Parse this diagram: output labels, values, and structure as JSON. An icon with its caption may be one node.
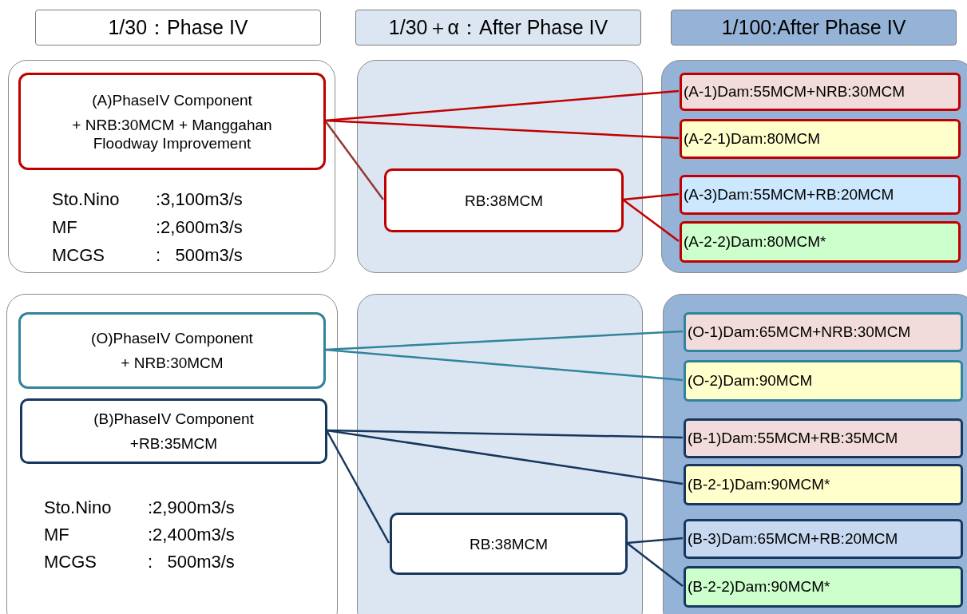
{
  "diagram": {
    "nodes": [
      {
        "text": [
          "1/30：Phase IV"
        ]
      },
      {
        "text": [
          "1/30＋α：After Phase IV"
        ]
      },
      {
        "text": [
          "1/100:After Phase IV"
        ]
      },
      {
        "text": [
          "Sto.Nino",
          ":3,100m3/s",
          "MF",
          ":2,600m3/s",
          "MCGS",
          ":   500m3/s"
        ]
      },
      {
        "text": [
          "(A)PhaseIV Component",
          "+ NRB:30MCM + Manggahan Floodway Improvement"
        ],
        "in": 3
      },
      {
        "text": [],
        "shape": "box"
      },
      {
        "text": [
          "RB:38MCM"
        ],
        "in": 5
      },
      {
        "text": [],
        "shape": "box"
      },
      {
        "text": [
          "(A-1)Dam:55MCM+NRB:30MCM"
        ],
        "in": 7
      },
      {
        "text": [
          "(A-2-1)Dam:80MCM"
        ],
        "in": 7
      },
      {
        "text": [
          "(A-3)Dam:55MCM+RB:20MCM"
        ],
        "in": 7
      },
      {
        "text": [
          "(A-2-2)Dam:80MCM*"
        ],
        "in": 7
      },
      {
        "text": [
          "Sto.Nino",
          ":2,900m3/s",
          "MF",
          ":2,400m3/s",
          "MCGS",
          ":   500m3/s"
        ]
      },
      {
        "text": [
          "(O)PhaseIV Component",
          "+ NRB:30MCM"
        ],
        "in": 12
      },
      {
        "text": [
          "(B)PhaseIV Component",
          "+RB:35MCM"
        ],
        "in": 12
      },
      {
        "text": [],
        "shape": "box"
      },
      {
        "text": [
          "RB:38MCM"
        ],
        "in": 15
      },
      {
        "text": [],
        "shape": "box"
      },
      {
        "text": [
          "(O-1)Dam:65MCM+NRB:30MCM"
        ],
        "in": 17
      },
      {
        "text": [
          "(O-2)Dam:90MCM"
        ],
        "in": 17
      },
      {
        "text": [
          "(B-1)Dam:55MCM+RB:35MCM"
        ],
        "in": 17
      },
      {
        "text": [
          "(B-2-1)Dam:90MCM*"
        ],
        "in": 17
      },
      {
        "text": [
          "(B-3)Dam:65MCM+RB:20MCM"
        ],
        "in": 17
      },
      {
        "text": [
          "(B-2-2)Dam:90MCM*"
        ],
        "in": 17
      }
    ],
    "edges": [
      {
        "from": 4,
        "to": 8,
        "arrow": "none",
        "color": "#c00000"
      },
      {
        "from": 4,
        "to": 9,
        "arrow": "none",
        "color": "#c00000"
      },
      {
        "from": 4,
        "to": 6,
        "arrow": "none",
        "color": "#953735"
      },
      {
        "from": 6,
        "to": 10,
        "arrow": "none",
        "color": "#c00000"
      },
      {
        "from": 6,
        "to": 11,
        "arrow": "none",
        "color": "#c00000"
      },
      {
        "from": 13,
        "to": 18,
        "arrow": "none",
        "color": "#31849b"
      },
      {
        "from": 13,
        "to": 19,
        "arrow": "none",
        "color": "#31849b"
      },
      {
        "from": 14,
        "to": 20,
        "arrow": "none",
        "color": "#17375e"
      },
      {
        "from": 14,
        "to": 21,
        "arrow": "none",
        "color": "#17375e"
      },
      {
        "from": 14,
        "to": 16,
        "arrow": "none",
        "color": "#17375e"
      },
      {
        "from": 16,
        "to": 22,
        "arrow": "none",
        "color": "#17375e"
      },
      {
        "from": 16,
        "to": 23,
        "arrow": "none",
        "color": "#17375e"
      }
    ]
  }
}
